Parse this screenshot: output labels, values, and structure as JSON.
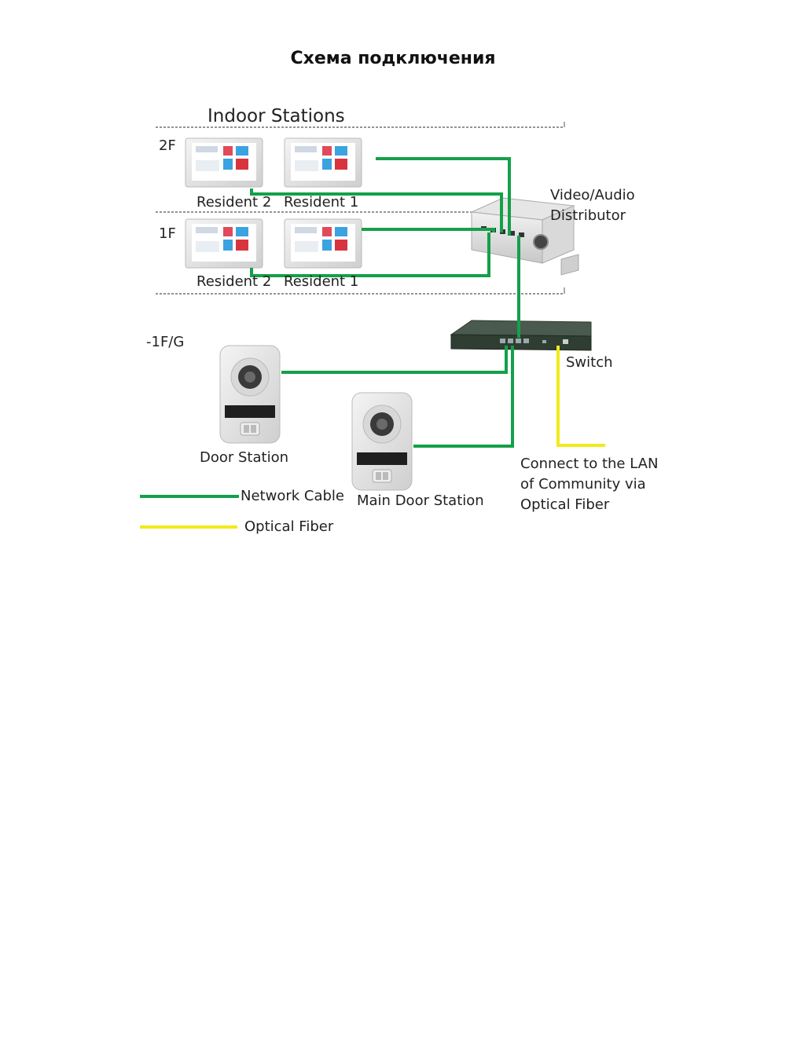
{
  "title": "Схема подключения",
  "section_label": "Indoor Stations",
  "floors": {
    "f2": "2F",
    "f1": "1F",
    "ground": "-1F/G"
  },
  "residents": {
    "r2_2f": "Resident 2",
    "r1_2f": "Resident 1",
    "r2_1f": "Resident 2",
    "r1_1f": "Resident 1"
  },
  "distributor_label": "Video/Audio\nDistributor",
  "switch_label": "Switch",
  "door_station_label": "Door Station",
  "main_door_station_label": "Main Door Station",
  "lan_label": "Connect to the LAN\nof Community via\nOptical Fiber",
  "legend": {
    "network_cable": "Network Cable",
    "optical_fiber": "Optical Fiber"
  },
  "colors": {
    "network_cable": "#14a04a",
    "optical_fiber": "#f2ea1a"
  }
}
